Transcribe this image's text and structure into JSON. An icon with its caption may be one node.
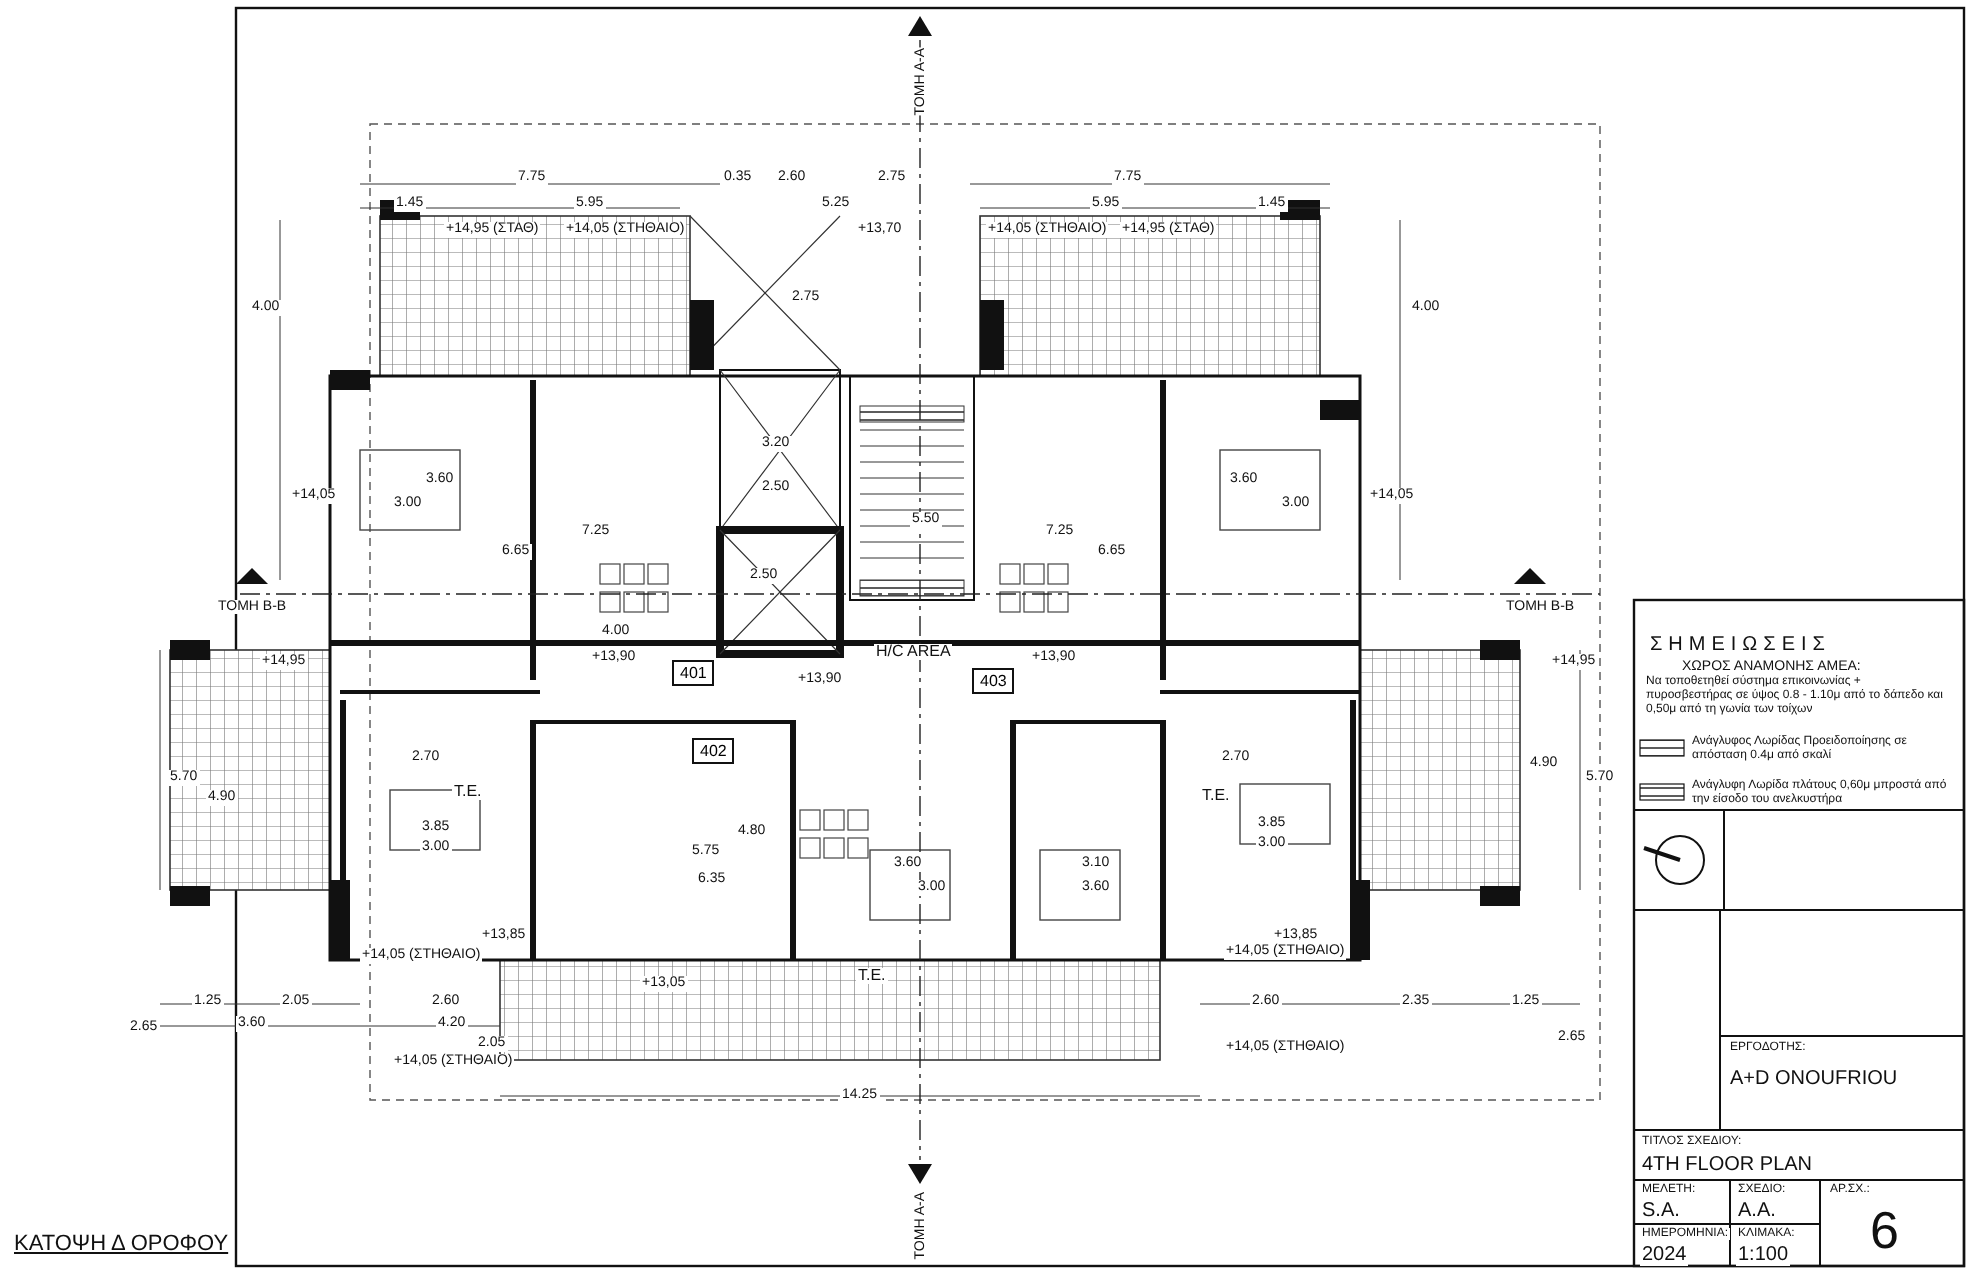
{
  "diagram": {
    "caption": "ΚΑΤΟΨΗ Δ ΟΡΟΦΟΥ",
    "nodes": [
      {
        "text": [
          "401"
        ]
      },
      {
        "text": [
          "403"
        ]
      },
      {
        "text": [
          "402"
        ]
      }
    ],
    "edges": [],
    "labels": [
      "ΤΟΜΗ Α-Α",
      "7.75",
      "0.35",
      "2.60",
      "2.75",
      "7.75",
      "1.45",
      "5.95",
      "5.25",
      "5.95",
      "1.45",
      "+14,95 (ΣΤΑΘ)",
      "+14,05 (ΣΤΗΘΑΙΟ)",
      "+13,70",
      "+14,05 (ΣΤΗΘΑΙΟ)",
      "+14,95 (ΣΤΑΘ)",
      "4.00",
      "2.75",
      "4.00",
      "3.20",
      "3.60",
      "3.60",
      "2.50",
      "+14,05",
      "+14,05",
      "3.00",
      "3.00",
      "5.50",
      "7.25",
      "7.25",
      "6.65",
      "6.65",
      "2.50",
      "ΤΟΜΗ Β-Β",
      "ΤΟΜΗ Β-Β",
      "+14,95",
      "4.00",
      "+13,90",
      "H/C AREA",
      "+13,90",
      "+13,90",
      "+14,95",
      "2.70",
      "2.70",
      "T.E.",
      "T.E.",
      "5.70",
      "4.90",
      "3.85",
      "3.00",
      "4.80",
      "5.75",
      "6.35",
      "3.60",
      "3.00",
      "3.10",
      "3.60",
      "3.85",
      "3.00",
      "4.90",
      "5.70",
      "+13,85",
      "+14,05 (ΣΤΗΘΑΙΟ)",
      "+13,85",
      "+14,05 (ΣΤΗΘΑΙΟ)",
      "+13,05",
      "T.E.",
      "1.25",
      "2.05",
      "2.60",
      "2.60",
      "2.35",
      "1.25",
      "2.65",
      "3.60",
      "4.20",
      "2.65",
      "2.05",
      "+14,05 (ΣΤΗΘΑΙΟ)",
      "+14,05 (ΣΤΗΘΑΙΟ)",
      "14.25",
      "ΤΟΜΗ Α-Α",
      "ΣΗΜΕΙΩΣΕΙΣ",
      "ΧΩΡΟΣ ΑΝΑΜΟΝΗΣ ΑΜΕΑ:",
      "Να τοποθετηθεί σύστημα επικοινωνίας + πυροσβεστήρας σε ύψος 0.8 - 1.10μ από το δάπεδο και 0,50μ από τη γωνία των τοίχων",
      "ΕΡΓΟΔΟΤΗΣ:",
      "A+D ONOUFRIOU",
      "ΤΙΤΛΟΣ ΣΧΕΔΙΟΥ:",
      "4TH FLOOR PLAN",
      "ΜΕΛΕΤΗ:",
      "S.A.",
      "ΣΧΕΔΙΟ:",
      "A.A.",
      "ΑΡ.ΣΧ.:",
      "6",
      "ΗΜΕΡΟΜΗΝΙΑ:",
      "2024",
      "ΚΛΙΜΑΚΑ:",
      "1:100"
    ],
    "legend": [
      {
        "text": "Ανάγλυφος Λωρίδας Προειδοποίησης σε απόσταση 0.4μ από σκαλί"
      },
      {
        "text": "Ανάγλυφη Λωρίδα πλάτους 0,60μ μπροστά από την είσοδο του ανελκυστήρα"
      }
    ]
  }
}
